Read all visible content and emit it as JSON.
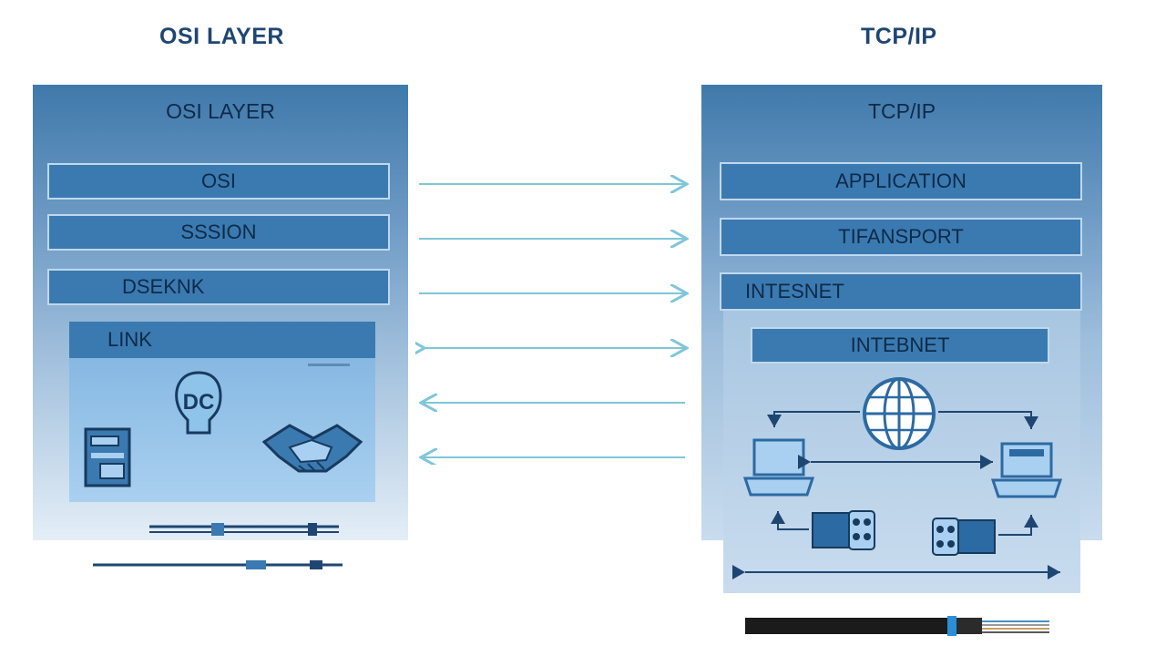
{
  "headings": {
    "osi": "OSI LAYER",
    "tcpip": "TCP/IP"
  },
  "osi_panel": {
    "title": "OSI LAYER",
    "layers": [
      "OSI",
      "SSSION",
      "DSEKNK"
    ],
    "inner_label": "LINK"
  },
  "tcpip_panel": {
    "title": "TCP/IP",
    "layers": [
      "APPLICATION",
      "TIFANSPORT",
      "INTESNET"
    ],
    "inner_label": "INTEBNET"
  },
  "colors": {
    "accent": "#3a7ab0",
    "arrow": "#7fc6d8",
    "dark": "#1f4672"
  },
  "icons": [
    "head-icon",
    "document-icon",
    "handshake-icon",
    "globe-icon",
    "laptop-icon",
    "plug-icon",
    "cable-icon"
  ]
}
